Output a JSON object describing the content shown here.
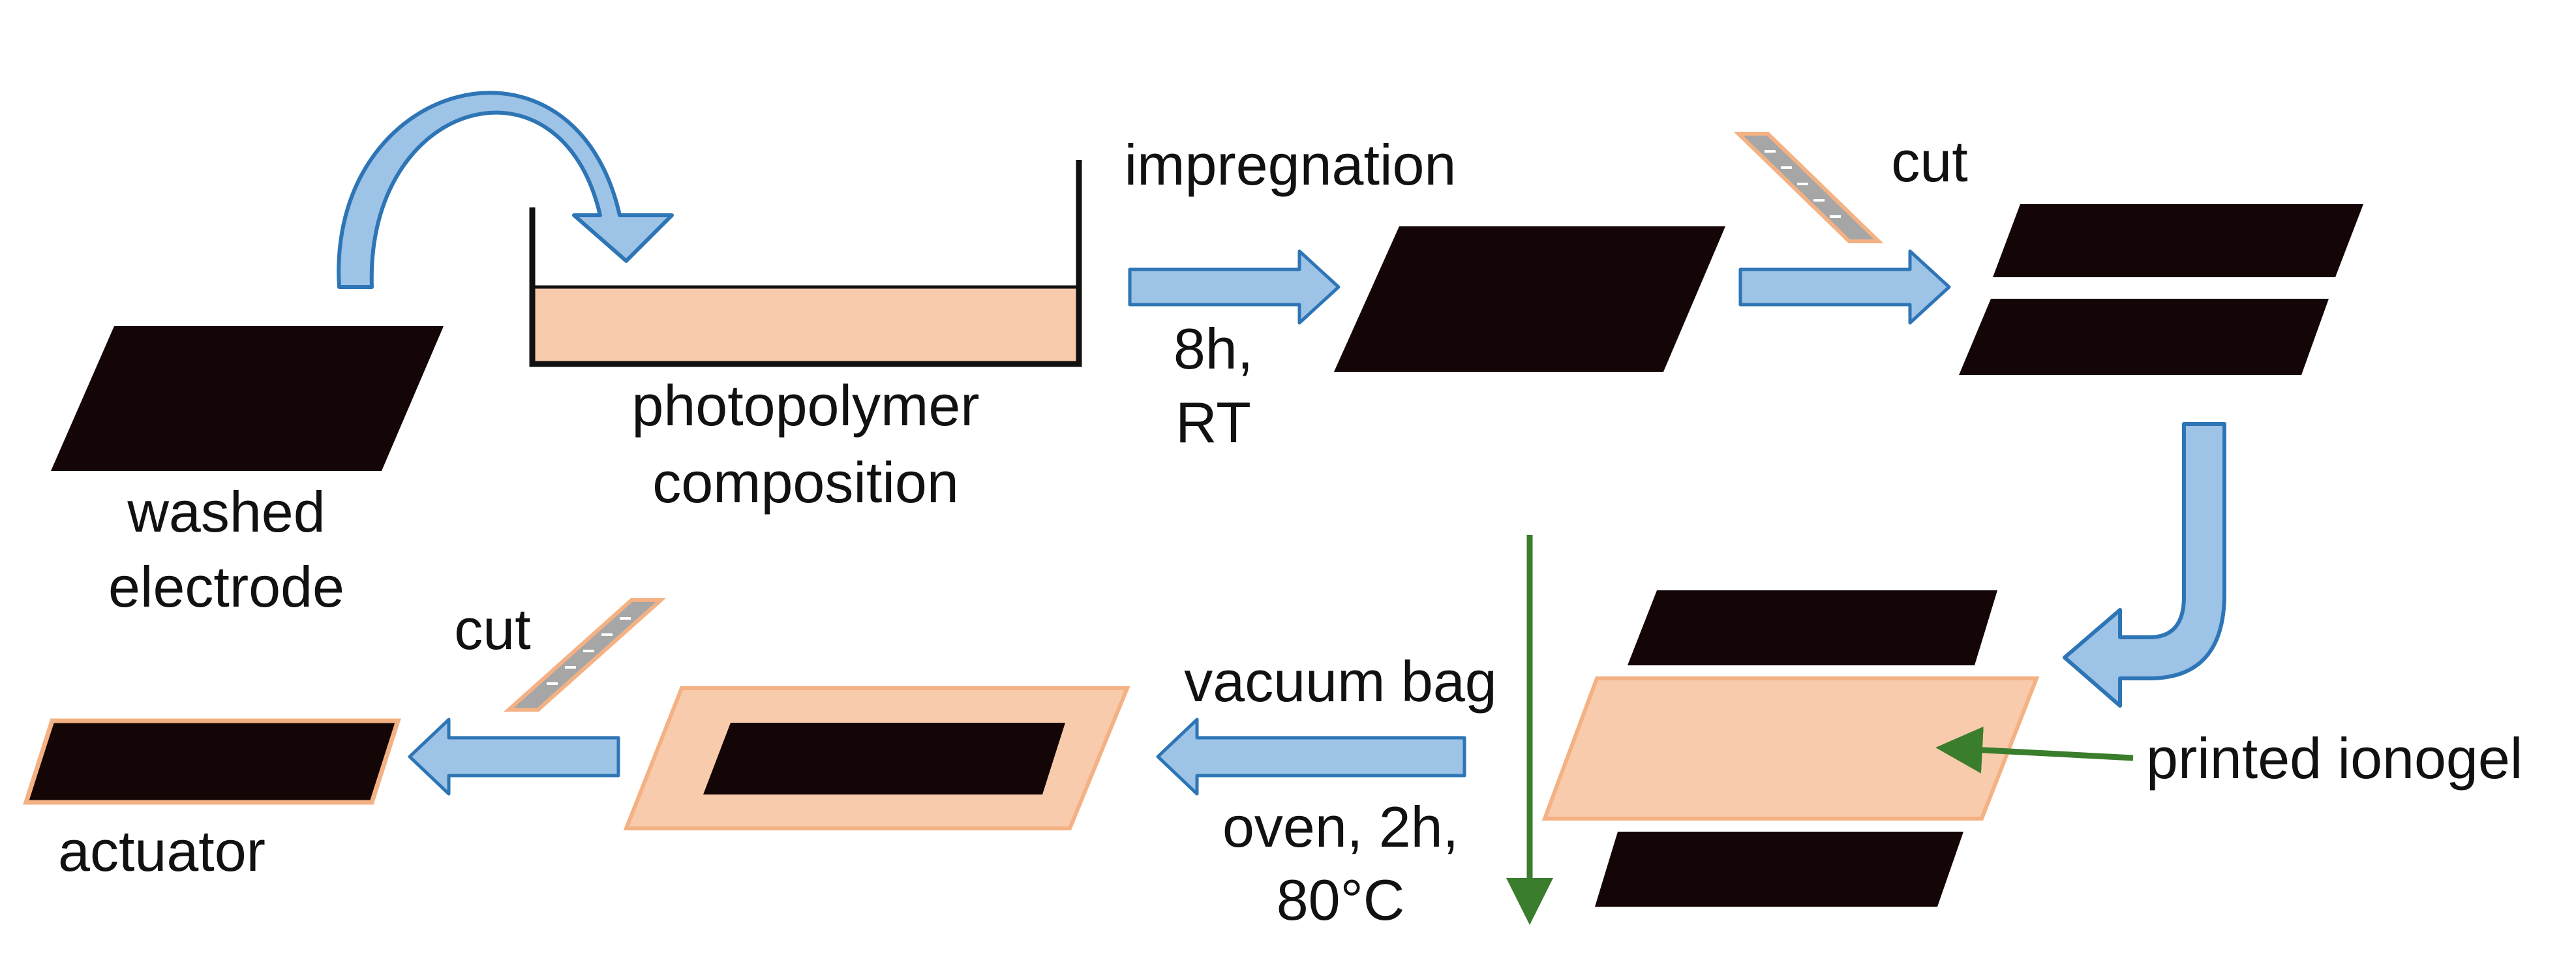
{
  "labels": {
    "washed_1": "washed",
    "washed_2": "electrode",
    "photo_1": "photopolymer",
    "photo_2": "composition",
    "impregnation": "impregnation",
    "time_1": "8h,",
    "time_2": "RT",
    "cut_top": "cut",
    "cut_bottom": "cut",
    "vacuum_bag": "vacuum bag",
    "oven_1": "oven, 2h,",
    "oven_2": "80°C",
    "printed_ionogel": "printed ionogel",
    "actuator": "actuator"
  },
  "colors": {
    "arrow_fill": "#9dc3e6",
    "arrow_stroke": "#2e75b6",
    "electrode": "#140606",
    "gel_fill": "#f8cbad",
    "gel_stroke": "#f4b183",
    "green_arrow": "#3a7d2c",
    "blade": "#a6a6a6"
  }
}
